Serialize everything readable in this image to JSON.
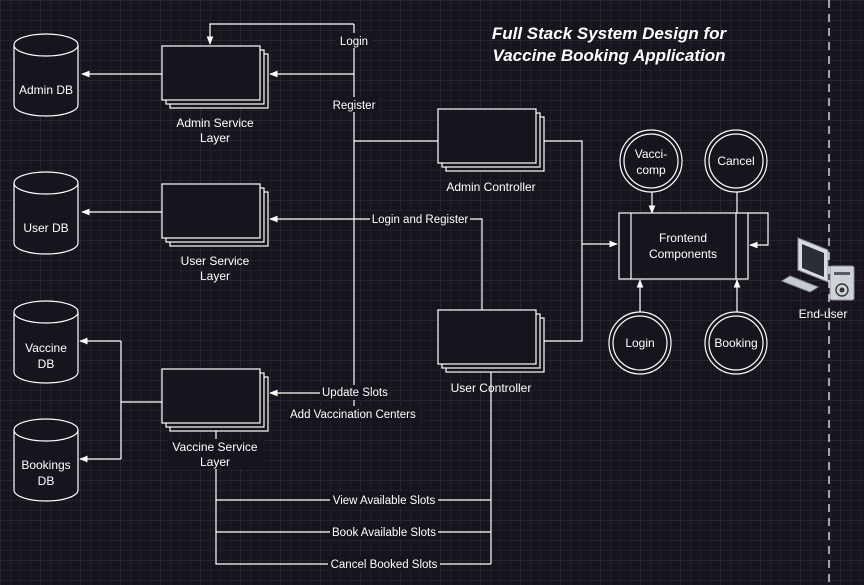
{
  "title": {
    "line1": "Full Stack System Design for",
    "line2": "Vaccine Booking Application"
  },
  "databases": {
    "admin": "Admin DB",
    "user": "User DB",
    "vaccine_line1": "Vaccine",
    "vaccine_line2": "DB",
    "bookings_line1": "Bookings",
    "bookings_line2": "DB"
  },
  "services": {
    "admin_line1": "Admin Service",
    "admin_line2": "Layer",
    "user_line1": "User Service",
    "user_line2": "Layer",
    "vaccine_line1": "Vaccine Service",
    "vaccine_line2": "Layer"
  },
  "controllers": {
    "admin": "Admin Controller",
    "user": "User Controller"
  },
  "frontend": {
    "line1": "Frontend",
    "line2": "Components"
  },
  "components": {
    "vaccicomp_line1": "Vacci-",
    "vaccicomp_line2": "comp",
    "cancel": "Cancel",
    "login": "Login",
    "booking": "Booking"
  },
  "end_user": "End-user",
  "edges": {
    "login": "Login",
    "register": "Register",
    "login_register": "Login and Register",
    "update_slots": "Update Slots",
    "add_centers": "Add Vaccination Centers",
    "view_slots": "View Available Slots",
    "book_slots": "Book Available Slots",
    "cancel_slots": "Cancel Booked Slots"
  },
  "colors": {
    "background": "#18141d",
    "stroke": "#ffffff",
    "shape_fill": "#18141d"
  }
}
